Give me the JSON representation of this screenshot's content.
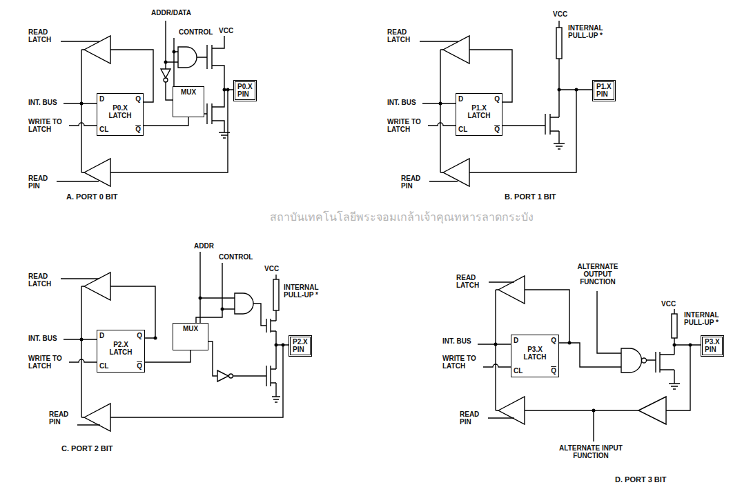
{
  "diagram": {
    "nodes": [
      {
        "text": [
          "D",
          "P0.X LATCH",
          "Q",
          "CL",
          "Q"
        ]
      },
      {
        "text": [
          "MUX"
        ]
      },
      {
        "text": [
          "P0.X PIN"
        ]
      },
      {
        "text": [
          "D",
          "P1.X LATCH",
          "Q",
          "CL",
          "Q"
        ]
      },
      {
        "text": [
          "P1.X PIN"
        ]
      },
      {
        "text": [
          "D",
          "P2.X LATCH",
          "Q",
          "CL",
          "Q"
        ]
      },
      {
        "text": [
          "MUX"
        ]
      },
      {
        "text": [
          "P2.X PIN"
        ]
      },
      {
        "text": [
          "D",
          "P3.X LATCH",
          "Q",
          "CL",
          "Q"
        ]
      },
      {
        "text": [
          "P3.X PIN"
        ]
      }
    ],
    "edges": [
      {
        "from": 0,
        "to": 1,
        "arrow": "none"
      },
      {
        "from": 5,
        "to": 6,
        "arrow": "none"
      }
    ],
    "labels": [
      "READ LATCH",
      "INT. BUS",
      "WRITE TO LATCH",
      "READ PIN",
      "ADDR/DATA",
      "CONTROL",
      "VCC",
      "A. PORT 0 BIT",
      "READ LATCH",
      "INT. BUS",
      "WRITE TO LATCH",
      "VCC",
      "INTERNAL PULL-UP *",
      "READ PIN",
      "B. PORT 1 BIT",
      "ADDR",
      "CONTROL",
      "VCC",
      "INTERNAL PULL-UP *",
      "READ LATCH",
      "INT. BUS",
      "WRITE TO LATCH",
      "READ PIN",
      "C. PORT 2 BIT",
      "ALTERNATE OUTPUT FUNCTION",
      "VCC",
      "INTERNAL PULL-UP *",
      "READ LATCH",
      "INT. BUS",
      "WRITE TO LATCH",
      "READ PIN",
      "ALTERNATE INPUT FUNCTION",
      "D. PORT 3 BIT",
      "สถาบันเทคโนโลยีพระจอมเกล้าเจ้าคุณทหารลาดกระบัง"
    ]
  }
}
